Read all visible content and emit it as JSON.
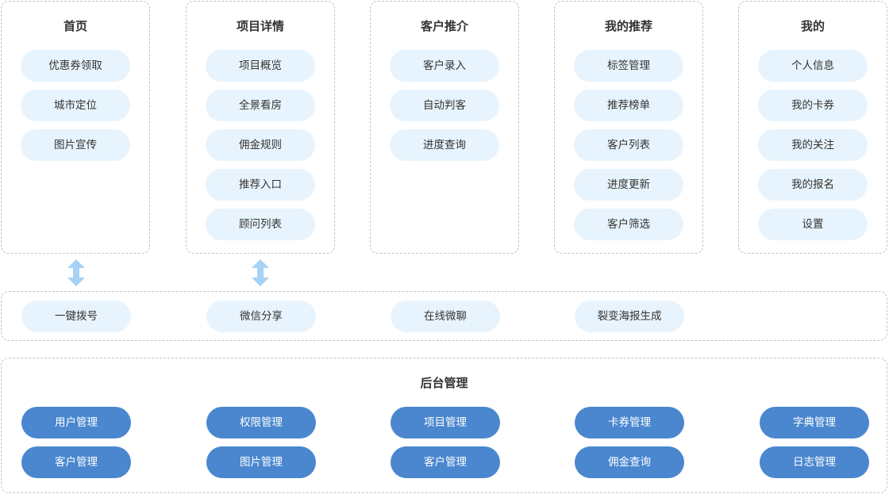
{
  "columns": [
    {
      "title": "首页",
      "items": [
        "优惠券领取",
        "城市定位",
        "图片宣传"
      ]
    },
    {
      "title": "项目详情",
      "items": [
        "项目概览",
        "全景看房",
        "佣金规则",
        "推荐入口",
        "顾问列表"
      ]
    },
    {
      "title": "客户推介",
      "items": [
        "客户录入",
        "自动判客",
        "进度查询"
      ]
    },
    {
      "title": "我的推荐",
      "items": [
        "标签管理",
        "推荐榜单",
        "客户列表",
        "进度更新",
        "客户筛选"
      ]
    },
    {
      "title": "我的",
      "items": [
        "个人信息",
        "我的卡券",
        "我的关注",
        "我的报名",
        "设置"
      ]
    }
  ],
  "shared": {
    "items": [
      "一键拨号",
      "微信分享",
      "在线微聊",
      "裂变海报生成"
    ]
  },
  "backend": {
    "title": "后台管理",
    "row1": [
      "用户管理",
      "权限管理",
      "项目管理",
      "卡券管理",
      "字典管理"
    ],
    "row2": [
      "客户管理",
      "图片管理",
      "客户管理",
      "佣金查询",
      "日志管理"
    ]
  },
  "colors": {
    "light_pill": "#e8f4fd",
    "dark_pill": "#4a87cf",
    "arrow": "#a6d2f6",
    "border": "#bfc3c9"
  }
}
